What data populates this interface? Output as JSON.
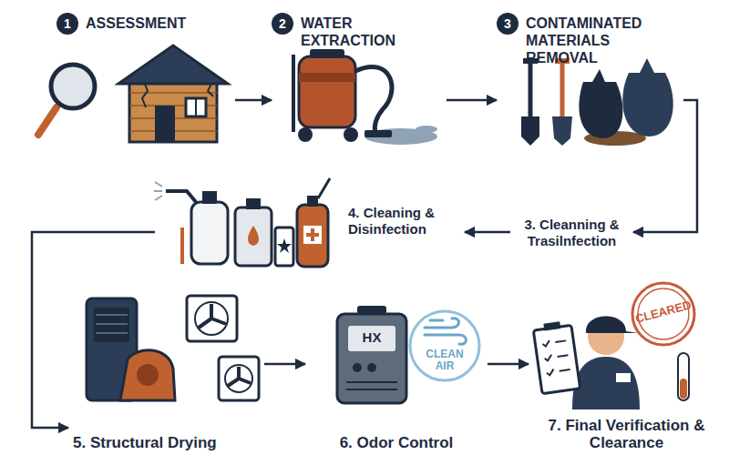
{
  "diagram": {
    "nodes": [
      {
        "text": [
          "ASSESSMENT"
        ]
      },
      {
        "text": [
          "1"
        ],
        "in": 0
      },
      {
        "text": [
          "WATER EXTRACTION"
        ]
      },
      {
        "text": [
          "2"
        ],
        "in": 2
      },
      {
        "text": [
          "CONTAMINATED MATERIALS REMOVAL"
        ]
      },
      {
        "text": [
          "3"
        ],
        "in": 4
      },
      {
        "text": [
          "4. Cleaning & Disinfection"
        ]
      },
      {
        "text": [
          "3. Cleanning & Trasilnfection"
        ]
      },
      {
        "text": [
          "5. Structural Drying"
        ]
      },
      {
        "text": [
          "6. Odor Control"
        ]
      },
      {
        "text": [
          "7. Final Verification & Clearance"
        ]
      }
    ],
    "edges": [
      {
        "from": 0,
        "to": 2,
        "arrow": "to"
      },
      {
        "from": 2,
        "to": 4,
        "arrow": "to"
      },
      {
        "from": 4,
        "to": 7,
        "arrow": "to"
      },
      {
        "from": 7,
        "to": 6,
        "arrow": "to"
      },
      {
        "from": 6,
        "to": 8,
        "arrow": "to"
      },
      {
        "from": 8,
        "to": 9,
        "arrow": "to"
      },
      {
        "from": 9,
        "to": 10,
        "arrow": "to"
      }
    ],
    "labels": [
      "HX",
      "CLEAN AIR",
      "CLEARED"
    ]
  }
}
